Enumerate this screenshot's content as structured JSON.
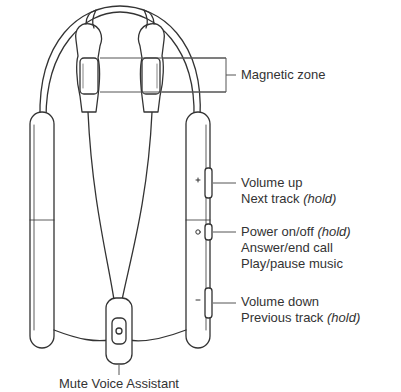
{
  "diagram": {
    "labels": [
      "Magnetic zone",
      "Volume up",
      "Next track (hold)",
      "Power on/off (hold)",
      "Answer/end call",
      "Play/pause music",
      "Volume down",
      "Previous track (hold)",
      "Mute Voice Assistant"
    ]
  }
}
